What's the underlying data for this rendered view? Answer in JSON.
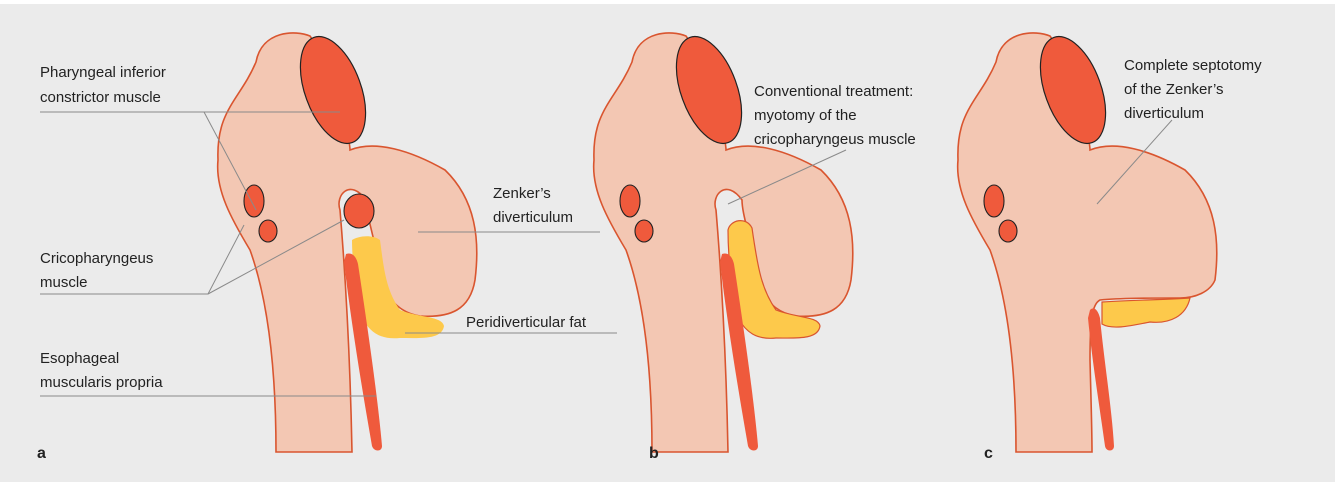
{
  "colors": {
    "background": "#ebebeb",
    "tissue": "#f3c7b3",
    "outline": "#d9552f",
    "muscle": "#ef5a3c",
    "fat": "#fdc94b",
    "text": "#222222"
  },
  "panel_a": {
    "letter": "a",
    "labels": {
      "pharyngeal_1": "Pharyngeal inferior",
      "pharyngeal_2": "constrictor muscle",
      "crico_1": "Cricopharyngeus",
      "crico_2": "muscle",
      "zenker_1": "Zenker’s",
      "zenker_2": "diverticulum",
      "fat": "Peridiverticular fat",
      "esoph_1": "Esophageal",
      "esoph_2": "muscularis propria"
    }
  },
  "panel_b": {
    "letter": "b",
    "labels": {
      "line_1": "Conventional treatment:",
      "line_2": "myotomy of the",
      "line_3": "cricopharyngeus muscle"
    }
  },
  "panel_c": {
    "letter": "c",
    "labels": {
      "line_1": "Complete septotomy",
      "line_2": "of the Zenker’s",
      "line_3": "diverticulum"
    }
  }
}
